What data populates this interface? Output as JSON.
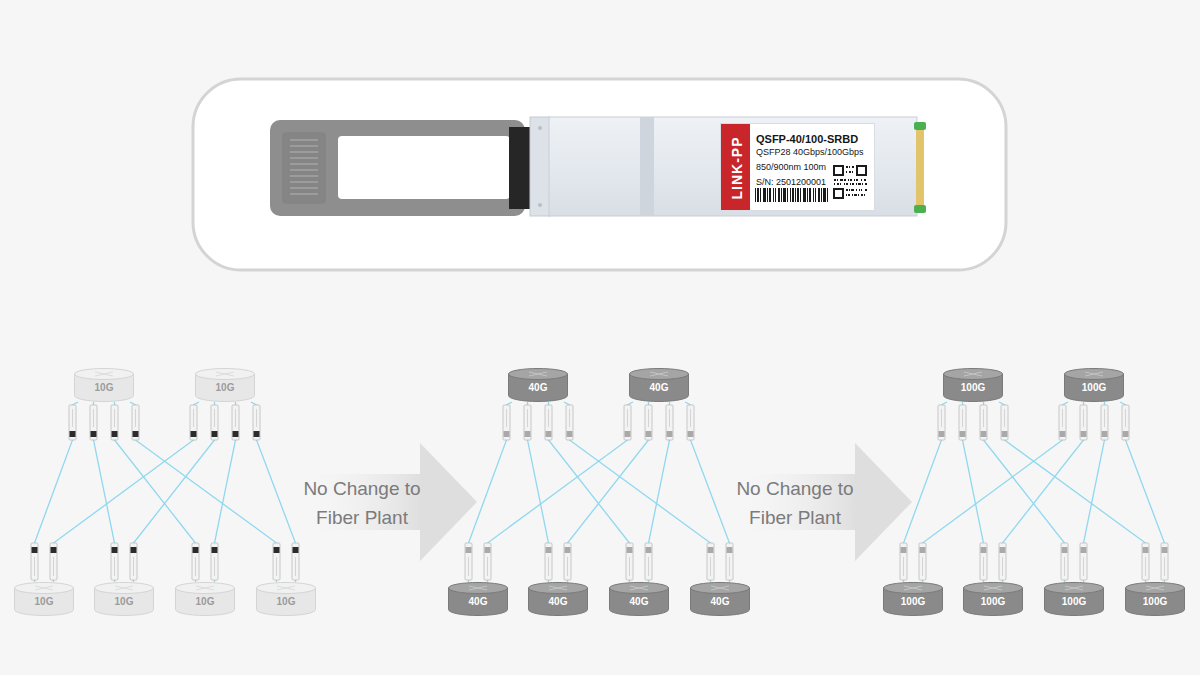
{
  "diagram": {
    "nodes": [
      {
        "text": [
          "LINK-PP",
          "QSFP-40/100-SRBD",
          "QSFP28 40Gbps/100Gbps",
          "850/900nm 100m",
          "S/N: 2501200001"
        ]
      },
      {
        "text": [
          "10G"
        ]
      },
      {
        "text": [
          "10G"
        ]
      },
      {
        "text": [
          "10G"
        ]
      },
      {
        "text": [
          "10G"
        ]
      },
      {
        "text": [
          "10G"
        ]
      },
      {
        "text": [
          "10G"
        ]
      },
      {
        "text": [
          "40G"
        ]
      },
      {
        "text": [
          "40G"
        ]
      },
      {
        "text": [
          "40G"
        ]
      },
      {
        "text": [
          "40G"
        ]
      },
      {
        "text": [
          "40G"
        ]
      },
      {
        "text": [
          "40G"
        ]
      },
      {
        "text": [
          "100G"
        ]
      },
      {
        "text": [
          "100G"
        ]
      },
      {
        "text": [
          "100G"
        ]
      },
      {
        "text": [
          "100G"
        ]
      },
      {
        "text": [
          "100G"
        ]
      },
      {
        "text": [
          "100G"
        ]
      }
    ],
    "edges": [
      {
        "from": 1,
        "to": 3,
        "arrow": "none"
      },
      {
        "from": 1,
        "to": 4,
        "arrow": "none"
      },
      {
        "from": 1,
        "to": 5,
        "arrow": "none"
      },
      {
        "from": 1,
        "to": 6,
        "arrow": "none"
      },
      {
        "from": 2,
        "to": 3,
        "arrow": "none"
      },
      {
        "from": 2,
        "to": 4,
        "arrow": "none"
      },
      {
        "from": 2,
        "to": 5,
        "arrow": "none"
      },
      {
        "from": 2,
        "to": 6,
        "arrow": "none"
      },
      {
        "from": 7,
        "to": 9,
        "arrow": "none"
      },
      {
        "from": 7,
        "to": 10,
        "arrow": "none"
      },
      {
        "from": 7,
        "to": 11,
        "arrow": "none"
      },
      {
        "from": 7,
        "to": 12,
        "arrow": "none"
      },
      {
        "from": 8,
        "to": 9,
        "arrow": "none"
      },
      {
        "from": 8,
        "to": 10,
        "arrow": "none"
      },
      {
        "from": 8,
        "to": 11,
        "arrow": "none"
      },
      {
        "from": 8,
        "to": 12,
        "arrow": "none"
      },
      {
        "from": 13,
        "to": 15,
        "arrow": "none"
      },
      {
        "from": 13,
        "to": 16,
        "arrow": "none"
      },
      {
        "from": 13,
        "to": 17,
        "arrow": "none"
      },
      {
        "from": 13,
        "to": 18,
        "arrow": "none"
      },
      {
        "from": 14,
        "to": 15,
        "arrow": "none"
      },
      {
        "from": 14,
        "to": 16,
        "arrow": "none"
      },
      {
        "from": 14,
        "to": 17,
        "arrow": "none"
      },
      {
        "from": 14,
        "to": 18,
        "arrow": "none"
      }
    ],
    "labels": [
      "No Change to Fiber Plant",
      "No Change to Fiber Plant"
    ]
  }
}
